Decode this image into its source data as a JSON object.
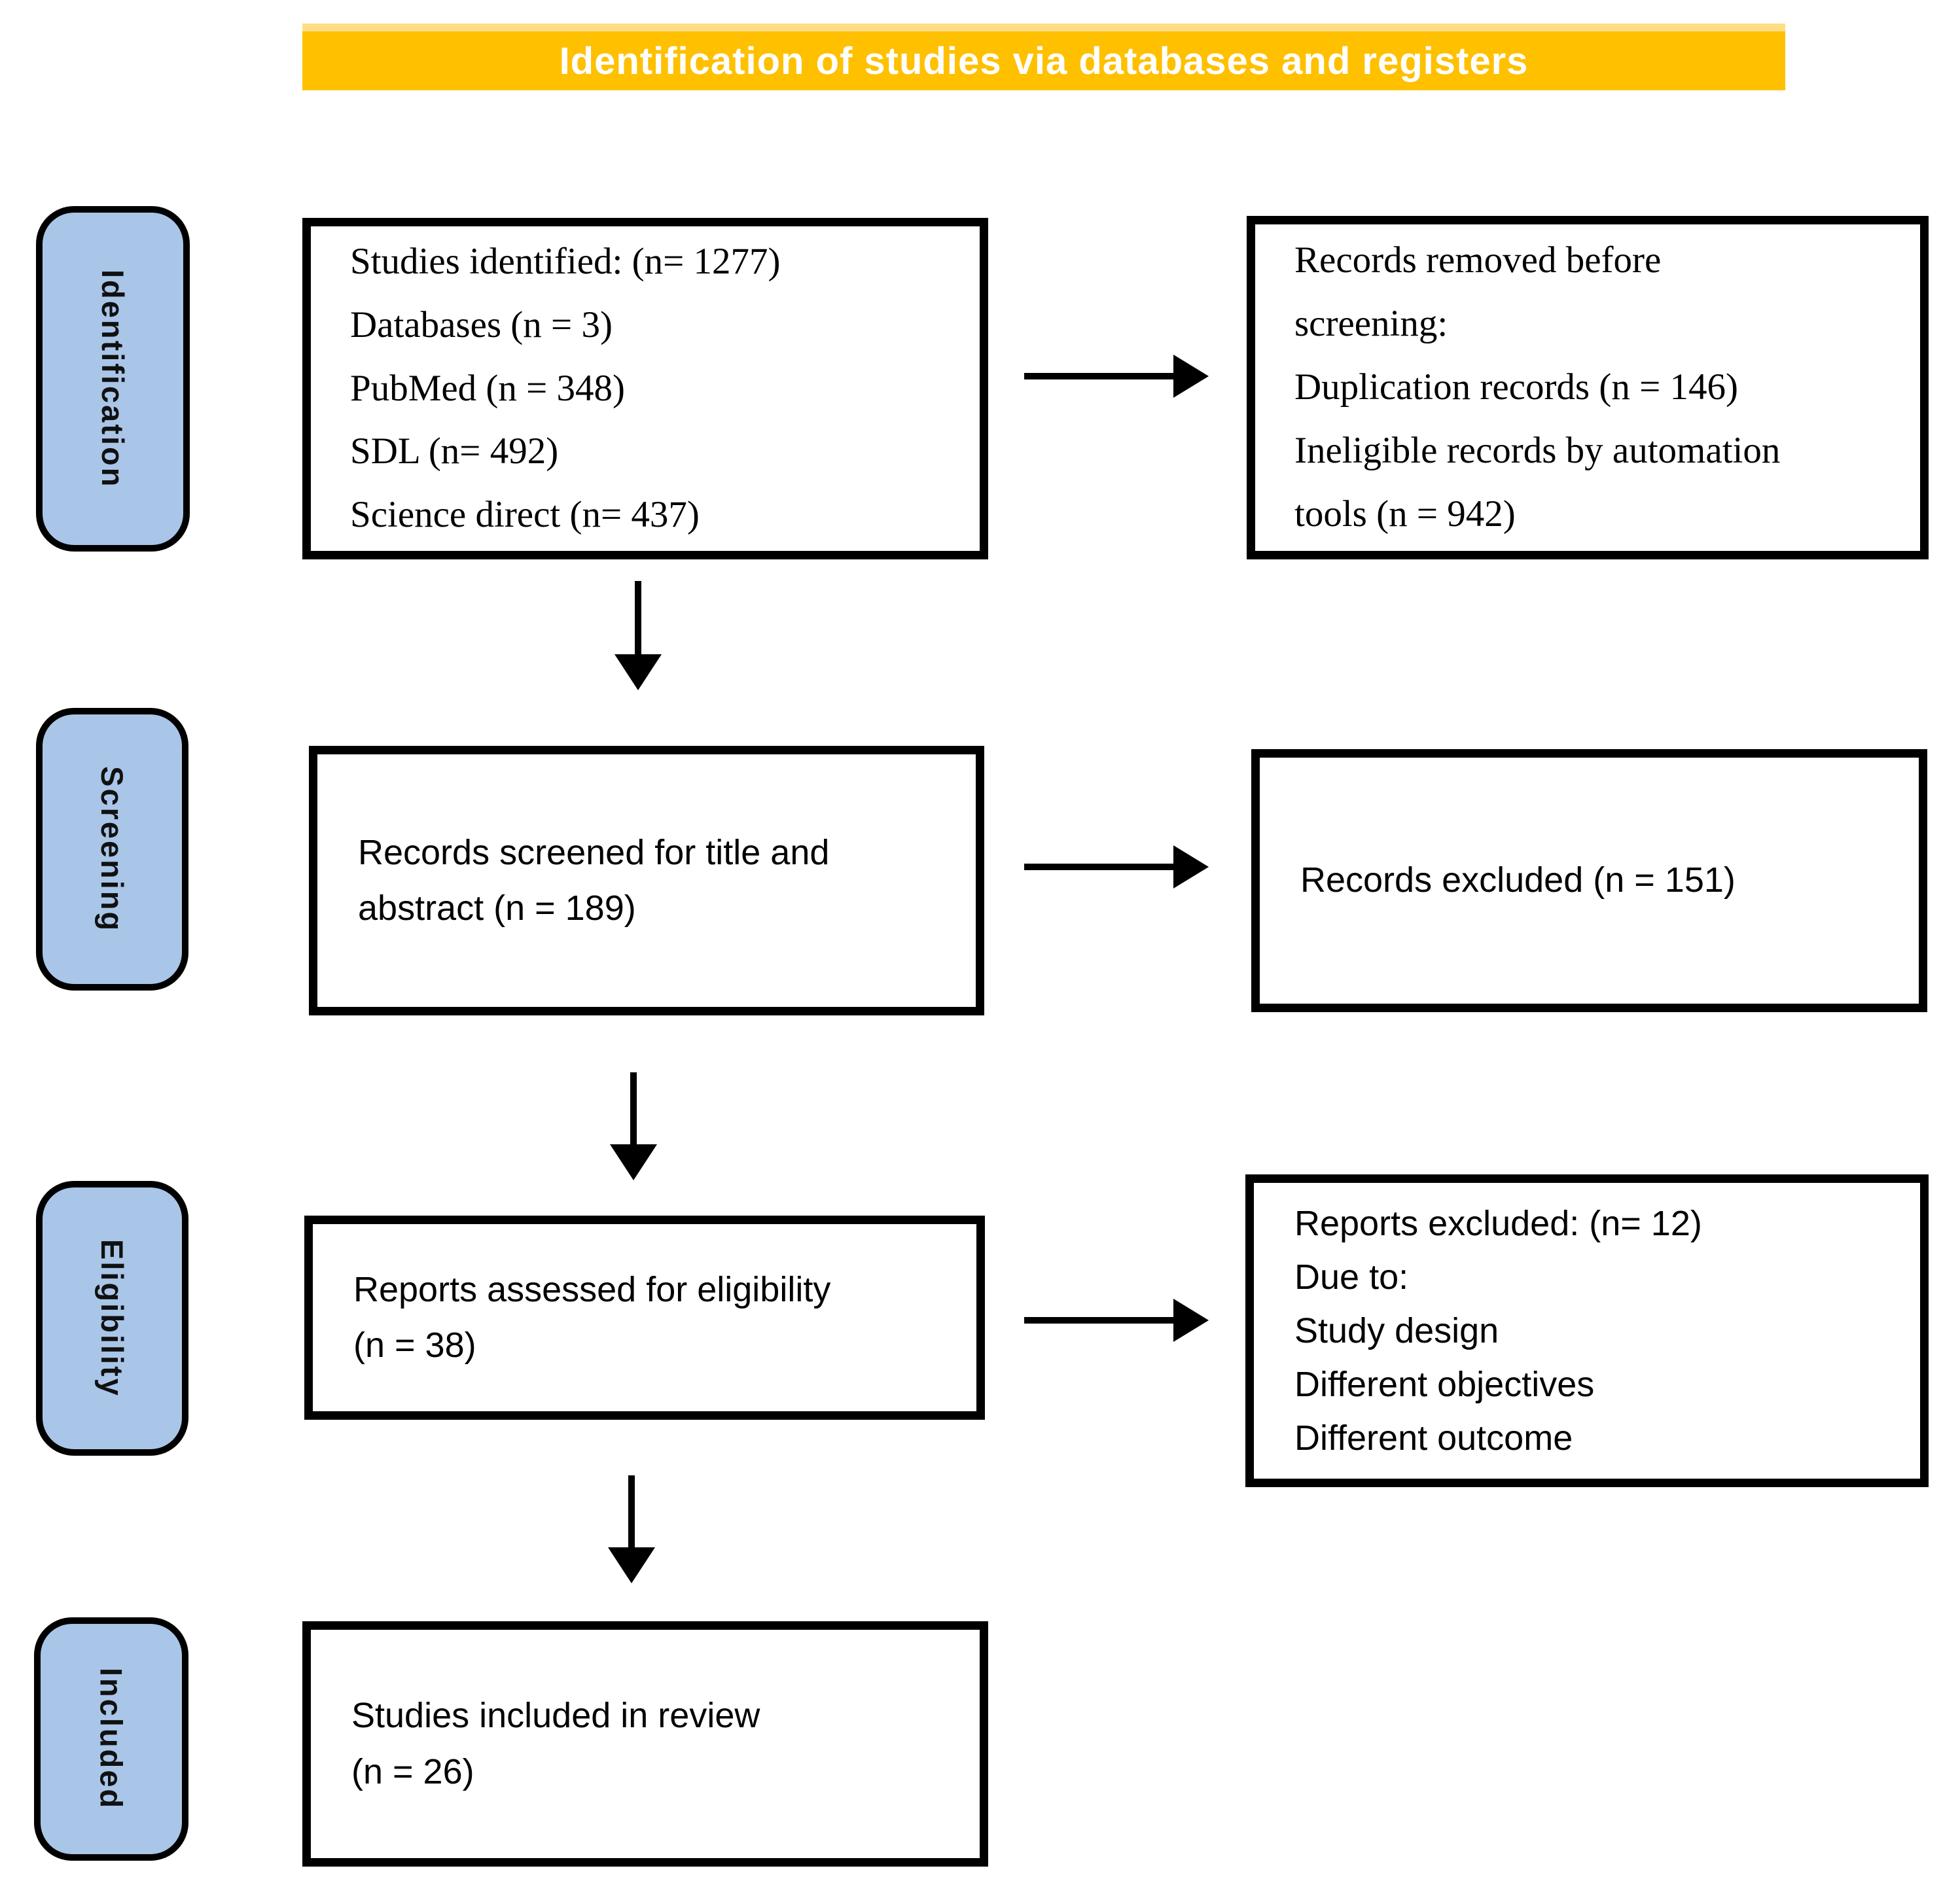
{
  "banner": {
    "label": "Identification of studies via databases and registers",
    "bg_color": "#FFC000",
    "text_color": "#FFFFFF"
  },
  "stages": [
    {
      "label": "Identification"
    },
    {
      "label": "Screening"
    },
    {
      "label": "Eligibility"
    },
    {
      "label": "Included"
    }
  ],
  "colors": {
    "stage_fill": "#A9C6E8",
    "box_border": "#000000",
    "arrow": "#000000"
  },
  "boxes": {
    "identified": {
      "lines": [
        "Studies identified: (n= 1277)",
        "Databases (n = 3)",
        "PubMed (n = 348)",
        "SDL (n= 492)",
        "Science direct (n= 437)"
      ]
    },
    "removed": {
      "lines": [
        "Records removed before",
        "screening:",
        "Duplication records (n = 146)",
        "Ineligible records by automation",
        "tools (n = 942)"
      ]
    },
    "screened": {
      "lines": [
        "Records screened for title and",
        "abstract (n = 189)"
      ]
    },
    "records_excluded": {
      "lines": [
        "Records excluded (n = 151)"
      ]
    },
    "assessed": {
      "lines": [
        "Reports assessed for eligibility",
        "(n = 38)"
      ]
    },
    "reports_excluded": {
      "lines": [
        "Reports excluded: (n= 12)",
        "Due to:",
        "Study design",
        "Different objectives",
        "Different outcome"
      ]
    },
    "included": {
      "lines": [
        "Studies included in review",
        "(n = 26)"
      ]
    }
  }
}
